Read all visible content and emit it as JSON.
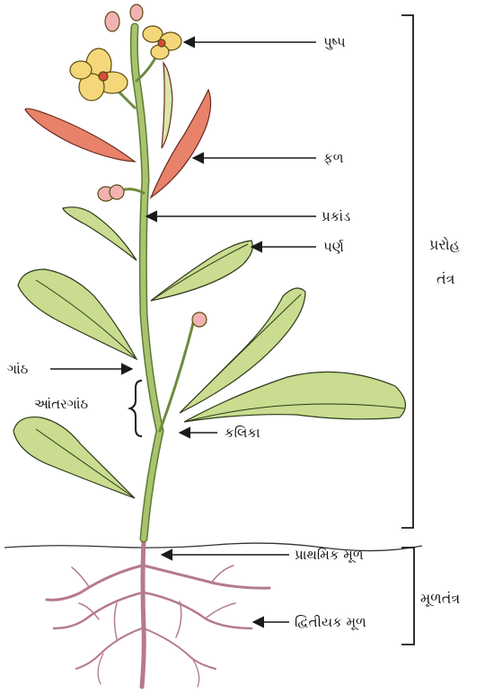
{
  "labels": {
    "flower": "પુષ્પ",
    "fruit": "ફળ",
    "stem": "પ્રકાંડ",
    "leaf": "પર્ણ",
    "node": "ગાંઠ",
    "internode": "આંતરગાંઠ",
    "bud": "કલિકા",
    "primary_root": "પ્રાથમિક મૂળ",
    "secondary_root": "દ્વિતીયક મૂળ"
  },
  "groups": {
    "shoot_line1": "પ્રરોહ",
    "shoot_line2": "તંત્ર",
    "root_system": "મૂળતંત્ર"
  },
  "colors": {
    "leaf_fill": "#c9dc8f",
    "stem": "#8fb35a",
    "root": "#c98aa3",
    "petal": "#f5d77a",
    "bud_pink": "#f2b2b2",
    "fruit": "#e8826a",
    "ink": "#1a1a1a"
  }
}
